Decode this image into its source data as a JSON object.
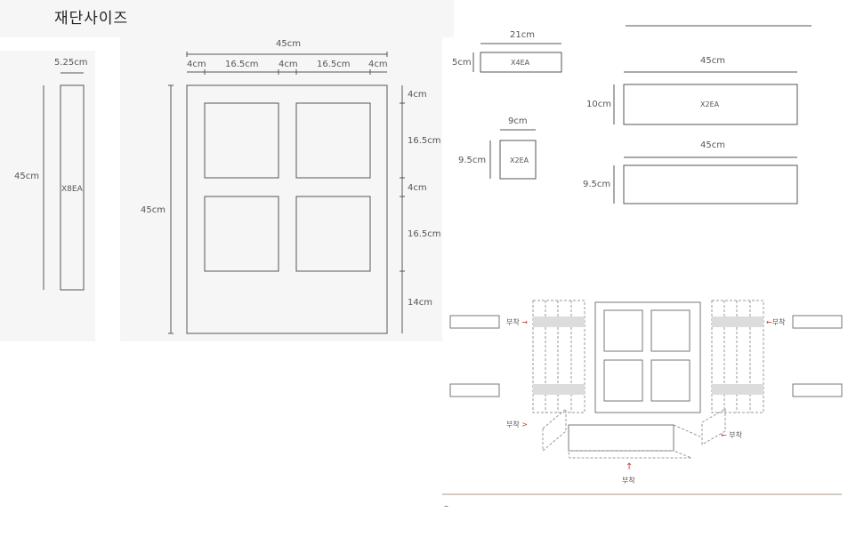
{
  "title": "재단사이즈",
  "strip": {
    "width": "5.25cm",
    "height": "45cm",
    "qty": "X8EA"
  },
  "frame": {
    "total_width": "45cm",
    "h_segments": [
      "4cm",
      "16.5cm",
      "4cm",
      "16.5cm",
      "4cm"
    ],
    "height": "45cm",
    "v_segments": [
      "4cm",
      "16.5cm",
      "4cm",
      "16.5cm",
      "14cm"
    ]
  },
  "pieces": {
    "p1": {
      "width": "21cm",
      "height": "5cm",
      "qty": "X4EA"
    },
    "p2": {
      "width": "9cm",
      "height": "9.5cm",
      "qty": "X2EA"
    },
    "p3": {
      "width": "45cm",
      "height": "10cm",
      "qty": "X2EA"
    },
    "p4": {
      "width": "45cm",
      "height": "9.5cm"
    }
  },
  "assembly": {
    "attach": "부착",
    "arrow_right": "→",
    "arrow_left": "←",
    "arrow_up": "↑",
    "arrow_small": ">"
  },
  "footer_mark": "–"
}
